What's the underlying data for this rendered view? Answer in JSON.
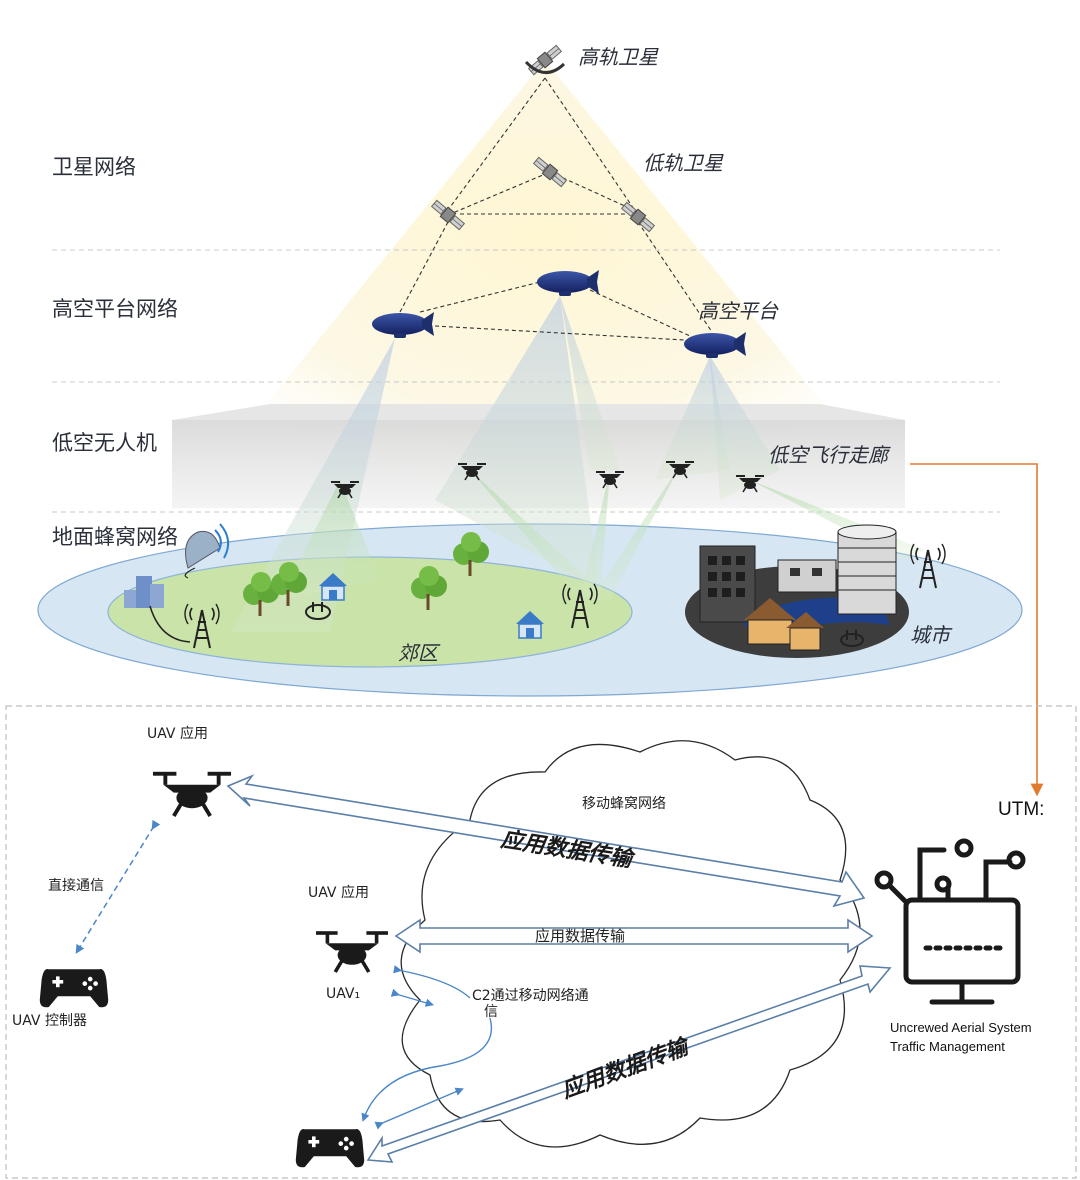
{
  "layers": {
    "satellite": "卫星网络",
    "hap": "高空平台网络",
    "low_uav": "低空无人机",
    "cellular": "地面蜂窝网络"
  },
  "nodes": {
    "geo_sat": "高轨卫星",
    "leo_sat": "低轨卫星",
    "hap_platform": "高空平台",
    "corridor": "低空飞行走廊",
    "suburb": "郊区",
    "city": "城市"
  },
  "lower": {
    "uav_app_1": "UAV 应用",
    "uav_app_2": "UAV 应用",
    "direct_comm": "直接通信",
    "uav_controller": "UAV 控制器",
    "cloud": "移动蜂窝网络",
    "app_data_1": "应用数据传输",
    "app_data_2": "应用数据传输",
    "app_data_3": "应用数据传输",
    "uav": "UAV₁",
    "c2_line1": "C2通过移动网络通",
    "c2_line2": "信",
    "utm": "UTM:",
    "utm_desc_1": "Uncrewed Aerial System",
    "utm_desc_2": "Traffic Management"
  },
  "colors": {
    "arrow_orange": "#e07a2e",
    "ellipse_blue": "#d6e6f3",
    "suburb_green": "#c9e3a8",
    "blimp_navy": "#1e2f6e",
    "arrow_outline": "#5a7fa8"
  }
}
